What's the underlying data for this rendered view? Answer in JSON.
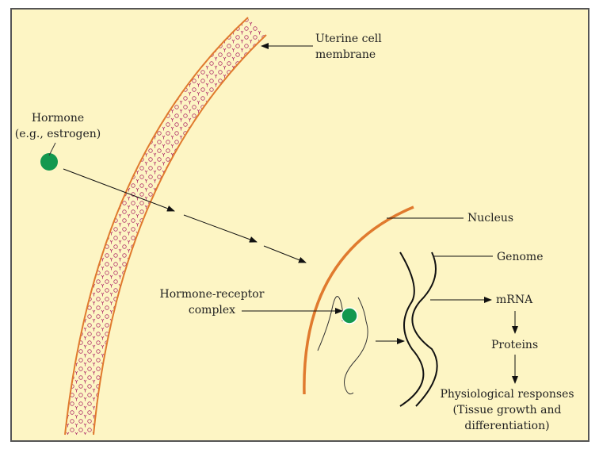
{
  "labels": {
    "membrane": [
      "Uterine cell",
      "membrane"
    ],
    "hormone": [
      "Hormone",
      "(e.g., estrogen)"
    ],
    "nucleus": "Nucleus",
    "genome": "Genome",
    "complex": [
      "Hormone-receptor",
      "complex"
    ],
    "mrna": "mRNA",
    "proteins": "Proteins",
    "responses": [
      "Physiological responses",
      "(Tissue growth and",
      "differentiation)"
    ]
  },
  "colors": {
    "background": "#fdf5c4",
    "membrane": "#e07a2e",
    "lipid": "#b0306a",
    "hormone": "#13984f",
    "frame": "#555555"
  }
}
